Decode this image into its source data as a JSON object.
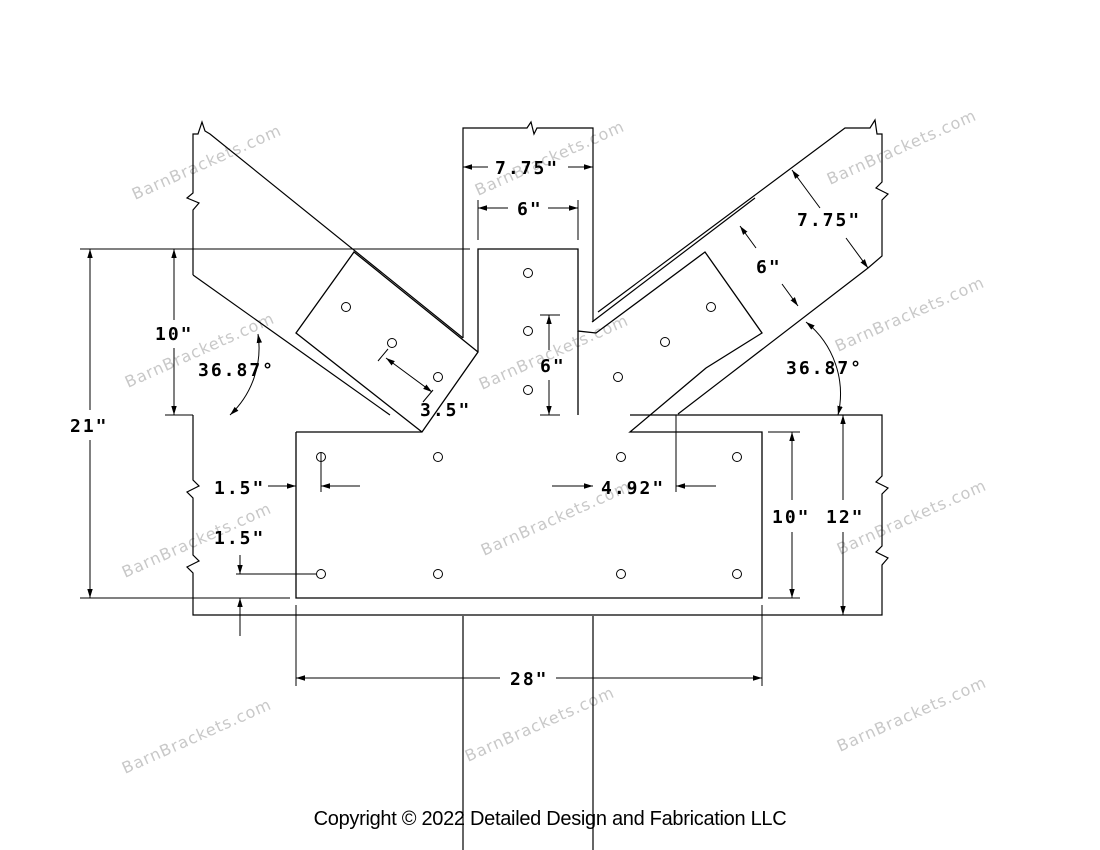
{
  "dimensions": {
    "post_width": "7.75\"",
    "post_plate_width": "6\"",
    "brace_width": "7.75\"",
    "brace_plate_width": "6\"",
    "top_plate_height": "10\"",
    "total_height": "21\"",
    "left_angle": "36.87°",
    "right_angle": "36.87°",
    "hole_spacing_diag": "3.5\"",
    "top_hole_spacing": "6\"",
    "hole_edge_x": "1.5\"",
    "hole_edge_y": "1.5\"",
    "hole_offset": "4.92\"",
    "beam_plate_height": "10\"",
    "beam_height": "12\"",
    "plate_length": "28\""
  },
  "watermark": "BarnBrackets.com",
  "copyright": "Copyright © 2022 Detailed Design and Fabrication LLC"
}
